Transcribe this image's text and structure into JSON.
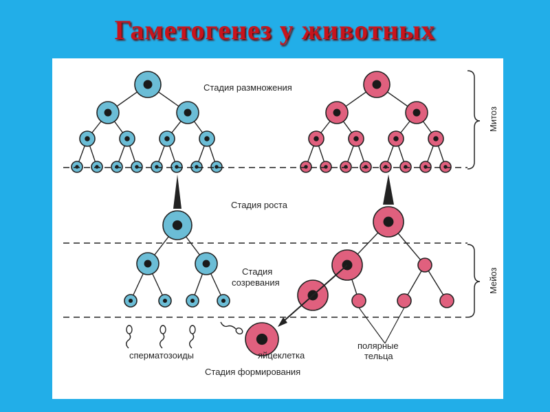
{
  "title": "Гаметогенез у  животных",
  "labels": {
    "stage_reproduction": "Стадия размножения",
    "stage_growth": "Стадия роста",
    "stage_maturation_1": "Стадия",
    "stage_maturation_2": "созревания",
    "spermatozoa": "сперматозоиды",
    "egg_cell": "яйцеклетка",
    "polar_1": "полярные",
    "polar_2": "тельца",
    "stage_formation": "Стадия формирования",
    "mitosis": "Митоз",
    "meiosis": "Мейоз"
  },
  "colors": {
    "background": "#22aee8",
    "title": "#c8141c",
    "male_cell": "#6bbdd6",
    "female_cell": "#e0607e",
    "nucleus": "#1a1a1a"
  }
}
